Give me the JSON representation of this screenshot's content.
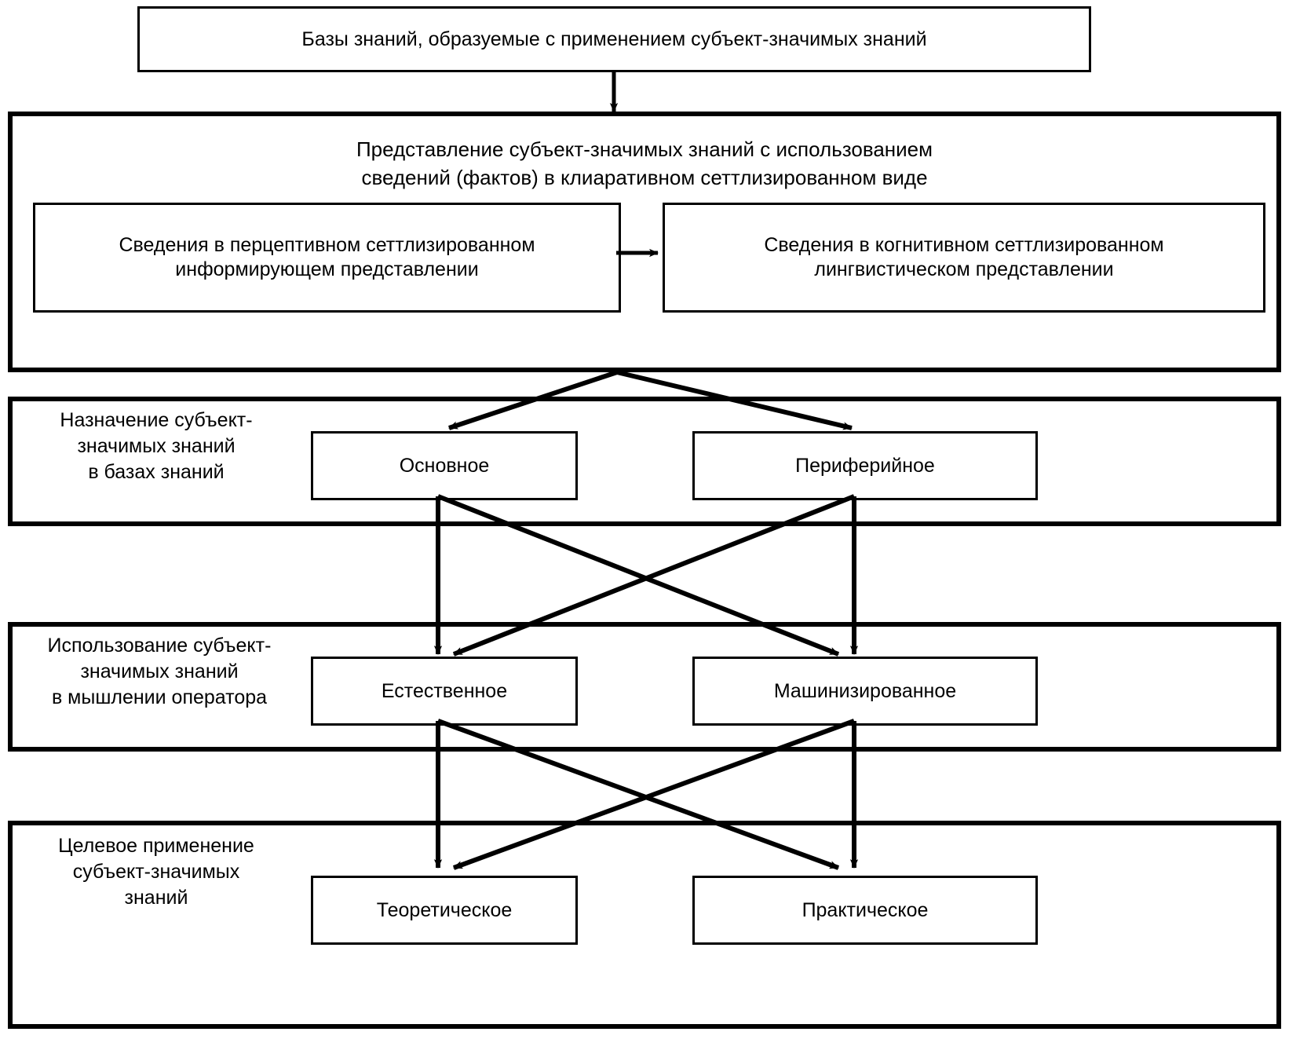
{
  "diagram": {
    "title_box": {
      "label": "Базы знаний, образуемые с применением субъект-значимых знаний"
    },
    "representation_section": {
      "header": "Представление субъект-значимых знаний с использованием\nсведений (фактов) в клиаративном сеттлизированном виде",
      "left_box": "Сведения в перцептивном сеттлизированном\nинформирующем представлении",
      "right_box": "Сведения в когнитивном сеттлизированном\nлингвистическом представлении"
    },
    "sections": [
      {
        "caption": "Назначение субъект-\nзначимых знаний\nв базах знаний",
        "left_box": "Основное",
        "right_box": "Периферийное"
      },
      {
        "caption": "Использование субъект-\nзначимых знаний\nв мышлении оператора",
        "left_box": "Естественное",
        "right_box": "Машинизированное"
      },
      {
        "caption": "Целевое применение\nсубъект-значимых\nзнаний",
        "left_box": "Теоретическое",
        "right_box": "Практическое"
      }
    ],
    "colors": {
      "stroke": "#000000",
      "background": "#ffffff"
    }
  }
}
